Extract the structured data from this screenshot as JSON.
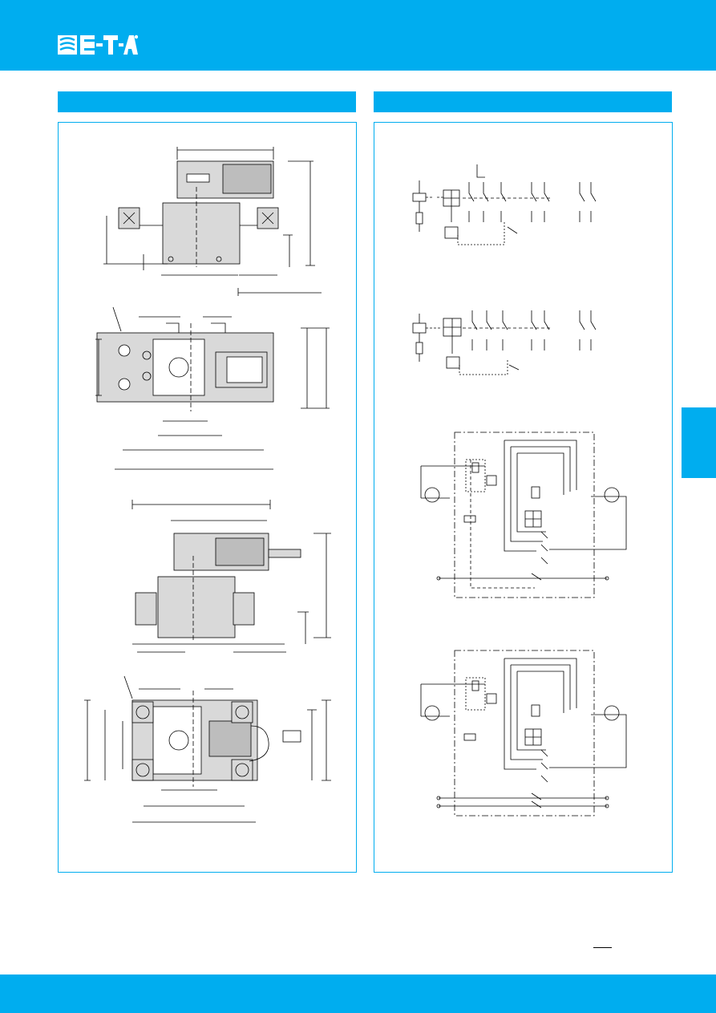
{
  "brand": {
    "name": "E-T-A",
    "registered": "®"
  },
  "colors": {
    "accent": "#00adef",
    "line": "#000000",
    "fill_gray": "#d9d9d9",
    "fill_dark": "#bdbdbd"
  },
  "sections": [
    {
      "id": "dimensions",
      "title": ""
    },
    {
      "id": "wiring-diagrams",
      "title": ""
    }
  ],
  "side_tab": {
    "label": ""
  }
}
